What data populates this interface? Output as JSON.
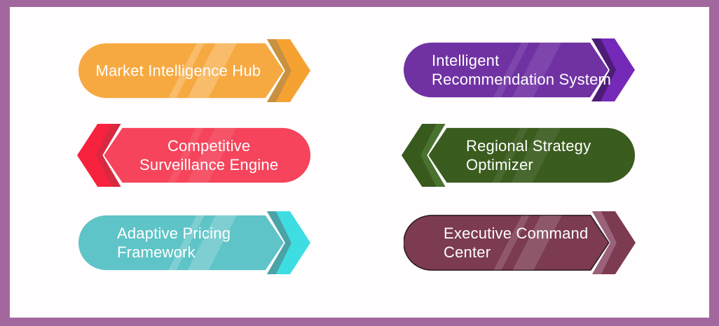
{
  "frame": {
    "border_color": "#A2689E",
    "background": "#FFFDFE"
  },
  "banners": [
    {
      "name": "market-intelligence-hub",
      "direction": "right",
      "label": "Market Intelligence Hub",
      "lines": [
        "Market Intelligence Hub"
      ],
      "colors": {
        "body": "#F7A941",
        "arrow": "#F5A233",
        "accent": "#C9913F",
        "stripe_opacity": 0.22
      }
    },
    {
      "name": "intelligent-recommendation-system",
      "direction": "right",
      "label": "Intelligent Recommendation System",
      "lines": [
        "Intelligent",
        "Recommendation System"
      ],
      "colors": {
        "body": "#7032A3",
        "arrow": "#7429B8",
        "accent": "#4E1C77",
        "stripe_opacity": 0.1
      }
    },
    {
      "name": "competitive-surveillance-engine",
      "direction": "left",
      "label": "Competitive Surveillance Engine",
      "lines": [
        "Competitive",
        "Surveillance Engine"
      ],
      "colors": {
        "body": "#F5445B",
        "arrow": "#F7223E",
        "accent": "#D82940",
        "stripe_opacity": 0.09
      }
    },
    {
      "name": "regional-strategy-optimizer",
      "direction": "left",
      "label": "Regional Strategy Optimizer",
      "lines": [
        "Regional Strategy",
        "Optimizer"
      ],
      "colors": {
        "body": "#3A5C1E",
        "arrow": "#395A1D",
        "accent": "#49722F",
        "stripe_opacity": 0.08
      }
    },
    {
      "name": "adaptive-pricing-framework",
      "direction": "right",
      "label": "Adaptive Pricing Framework",
      "lines": [
        "Adaptive Pricing",
        "Framework"
      ],
      "colors": {
        "body": "#5FC4C7",
        "arrow": "#3EDDE2",
        "accent": "#4BA3A7",
        "stripe_opacity": 0.2
      }
    },
    {
      "name": "executive-command-center",
      "direction": "right",
      "label": "Executive Command Center",
      "lines": [
        "Executive Command",
        "Center"
      ],
      "colors": {
        "body": "#7C3B50",
        "arrow": "#7C3B50",
        "accent": "#9A617B",
        "stripe_opacity": 0.15,
        "outline": "#2A161E"
      }
    }
  ]
}
